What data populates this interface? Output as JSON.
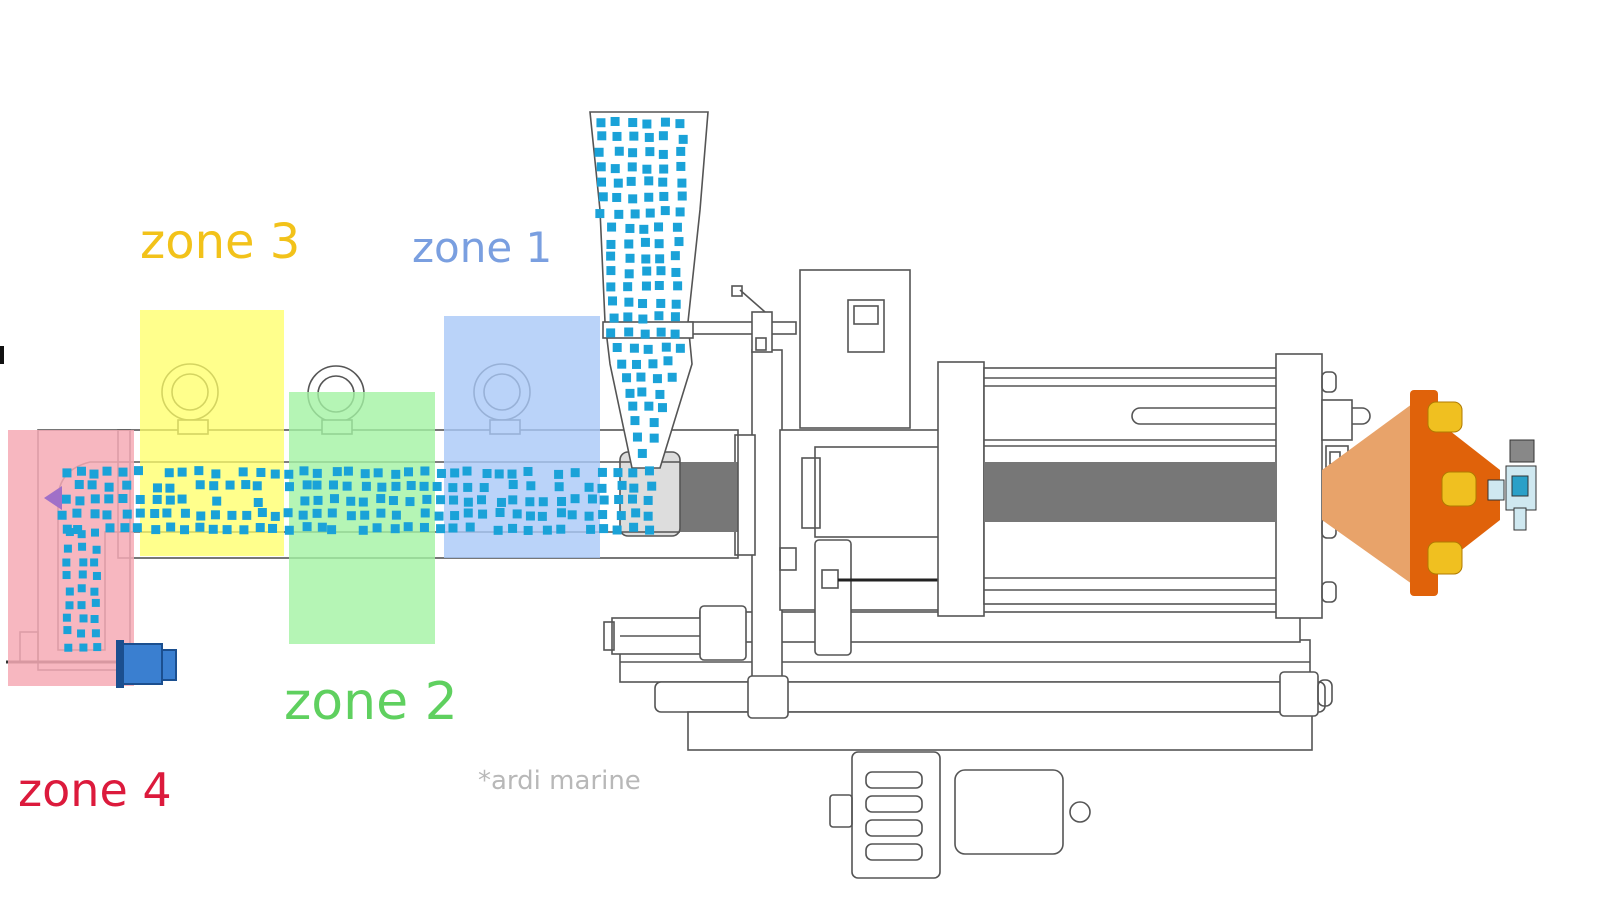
{
  "zones": [
    {
      "id": "z1",
      "label": "zone 1",
      "color": "#7a9fe0",
      "fill": "#a9c8f7"
    },
    {
      "id": "z2",
      "label": "zone 2",
      "color": "#5fd05f",
      "fill": "#a3f2a3"
    },
    {
      "id": "z3",
      "label": "zone 3",
      "color": "#f2c21a",
      "fill": "#ffff66"
    },
    {
      "id": "z4",
      "label": "zone 4",
      "color": "#dc1a3c",
      "fill": "#f6aab5"
    }
  ],
  "credit": {
    "text": "*ardi marine",
    "color": "#b8b8b8"
  },
  "colors": {
    "outline": "#555555",
    "granule": "#1aa2d8",
    "barrel_core": "#777777",
    "mold_orange": "#e0620a",
    "mold_yellow": "#f0c020",
    "nozzle_tan": "#e8a36a",
    "actuator_blue": "#3a7fd0"
  },
  "icons": [
    "heater-band-icon",
    "hopper-icon",
    "control-panel-icon",
    "motor-icon",
    "mold-icon",
    "hydraulic-cylinder-icon"
  ]
}
